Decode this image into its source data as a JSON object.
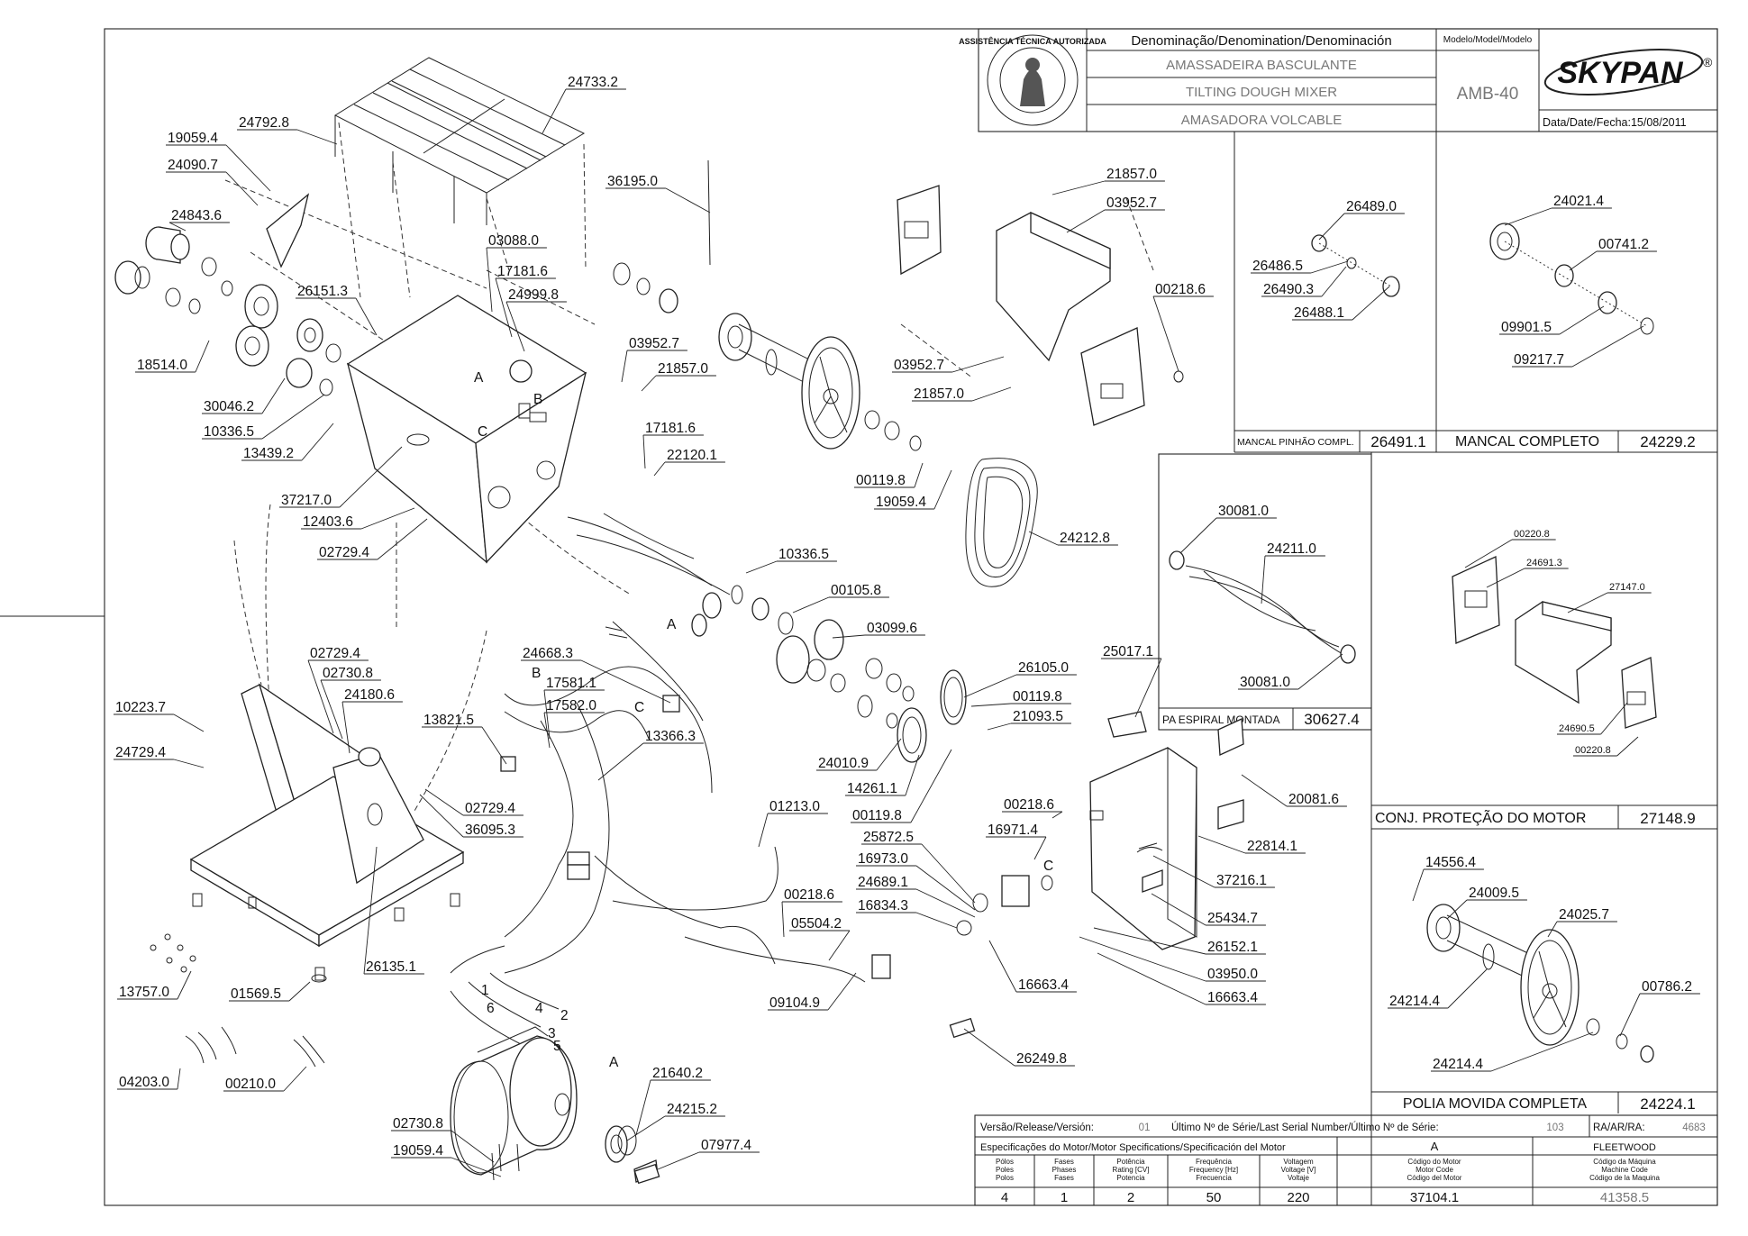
{
  "title_block": {
    "denomination_header": "Denominação/Denomination/Denominación",
    "model_header": "Modelo/Model/Modelo",
    "name_pt": "AMASSADEIRA BASCULANTE",
    "name_en": "TILTING DOUGH MIXER",
    "name_es": "AMASADORA VOLCABLE",
    "model": "AMB-40",
    "brand": "SKYPAN",
    "brand_mark": "®",
    "date_label": "Data/Date/Fecha:",
    "date": "15/08/2011",
    "seal_text": "ASSISTÊNCIA TÉCNICA AUTORIZADA"
  },
  "footer": {
    "version_label": "Versão/Release/Versión:",
    "version": "01",
    "serial_label": "Último Nº de Série/Last Serial Number/Último Nº de Série:",
    "serial": "103",
    "ra_label": "RA/AR/RA:",
    "ra": "4683",
    "motor_spec_label": "Especificações do Motor/Motor Specifications/Specificación del Motor",
    "motor_letter": "A",
    "motor_brand": "FLEETWOOD",
    "col_headers": [
      [
        "Pólos",
        "Poles",
        "Polos"
      ],
      [
        "Fases",
        "Phases",
        "Fases"
      ],
      [
        "Potência",
        "Rating [CV]",
        "Potencia"
      ],
      [
        "Frequência",
        "Frequency [Hz]",
        "Frecuencia"
      ],
      [
        "Voltagem",
        "Voltage [V]",
        "Voltaje"
      ],
      [
        "Código do Motor",
        "Motor Code",
        "Código del Motor"
      ],
      [
        "Código da Máquina",
        "Machine Code",
        "Código de la Maquina"
      ]
    ],
    "values": [
      "4",
      "1",
      "2",
      "50",
      "220",
      "37104.1",
      "41358.5"
    ]
  },
  "insets": {
    "bearing_pinion": {
      "title": "MANCAL PINHÃO COMPL.",
      "code": "26491.1"
    },
    "bearing": {
      "title": "MANCAL COMPLETO",
      "code": "24229.2"
    },
    "spiral": {
      "title": "PA ESPIRAL MONTADA",
      "code": "30627.4"
    },
    "motor_guard": {
      "title": "CONJ. PROTEÇÃO DO MOTOR",
      "code": "27148.9"
    },
    "pulley": {
      "title": "POLIA MOVIDA COMPLETA",
      "code": "24224.1"
    }
  },
  "part_labels": [
    "24733.2",
    "24792.8",
    "19059.4",
    "24090.7",
    "24843.6",
    "26151.3",
    "18514.0",
    "30046.2",
    "10336.5",
    "13439.2",
    "37217.0",
    "12403.6",
    "02729.4",
    "03088.0",
    "17181.6",
    "24999.8",
    "36195.0",
    "03952.7",
    "21857.0",
    "17181.6",
    "22120.1",
    "21857.0",
    "03952.7",
    "00218.6",
    "03952.7",
    "21857.0",
    "00119.8",
    "19059.4",
    "24212.8",
    "10336.5",
    "00105.8",
    "03099.6",
    "26105.0",
    "00119.8",
    "21093.5",
    "24010.9",
    "14261.1",
    "00119.8",
    "25017.1",
    "20081.6",
    "24668.3",
    "17581.1",
    "17582.0",
    "13821.5",
    "13366.3",
    "10223.7",
    "24729.4",
    "02729.4",
    "02730.8",
    "24180.6",
    "02729.4",
    "36095.3",
    "26135.1",
    "13757.0",
    "01569.5",
    "04203.0",
    "00210.0",
    "01213.0",
    "00218.6",
    "05504.2",
    "09104.9",
    "00218.6",
    "16971.4",
    "25872.5",
    "16973.0",
    "24689.1",
    "16834.3",
    "22814.1",
    "37216.1",
    "25434.7",
    "26152.1",
    "03950.0",
    "16663.4",
    "16663.4",
    "26249.8",
    "21640.2",
    "24215.2",
    "07977.4",
    "02730.8",
    "19059.4",
    "26489.0",
    "26486.5",
    "26490.3",
    "26488.1",
    "24021.4",
    "00741.2",
    "09901.5",
    "09217.7",
    "30081.0",
    "24211.0",
    "30081.0",
    "00220.8",
    "24691.3",
    "27147.0",
    "24690.5",
    "00220.8",
    "14556.4",
    "24009.5",
    "24025.7",
    "24214.4",
    "00786.2",
    "24214.4"
  ],
  "wire_numbers": [
    "1",
    "6",
    "4",
    "2",
    "3",
    "5"
  ],
  "callout_letters": [
    "A",
    "B",
    "C",
    "A",
    "B",
    "C",
    "A"
  ]
}
